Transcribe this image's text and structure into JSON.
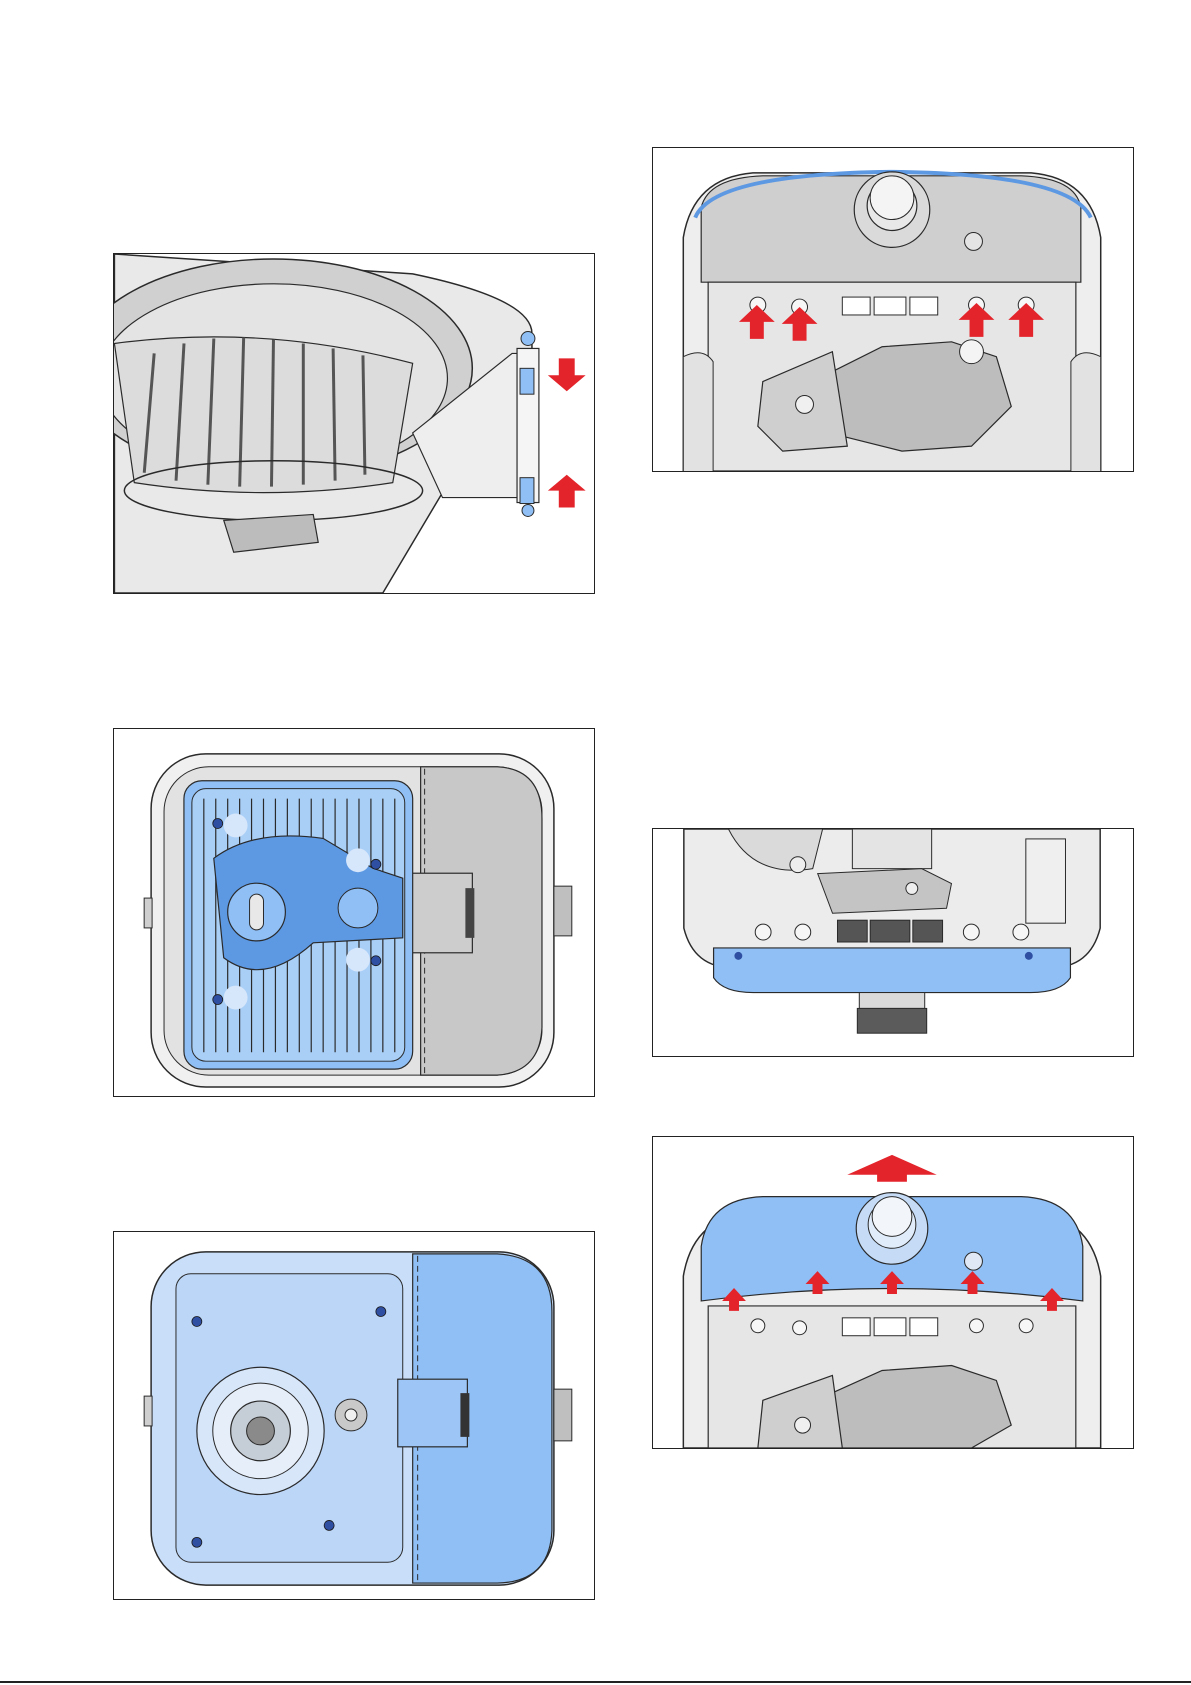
{
  "page": {
    "title": "",
    "figures": [
      {
        "id": "fig-1",
        "subject": "basket-hinge"
      },
      {
        "id": "fig-2",
        "subject": "top-cover-screws"
      },
      {
        "id": "fig-3",
        "subject": "heater-cover"
      },
      {
        "id": "fig-4",
        "subject": "front-clips"
      },
      {
        "id": "fig-5",
        "subject": "bottom-housing"
      },
      {
        "id": "fig-6",
        "subject": "lift-top-cover"
      }
    ]
  },
  "colors": {
    "highlight_blue": "#8fbff5",
    "highlight_blue_dark": "#5d98e3",
    "arrow_red": "#e3242b",
    "housing_grey": "#d4d4d4",
    "housing_light": "#eeeeee",
    "outline": "#2a2a2a"
  }
}
